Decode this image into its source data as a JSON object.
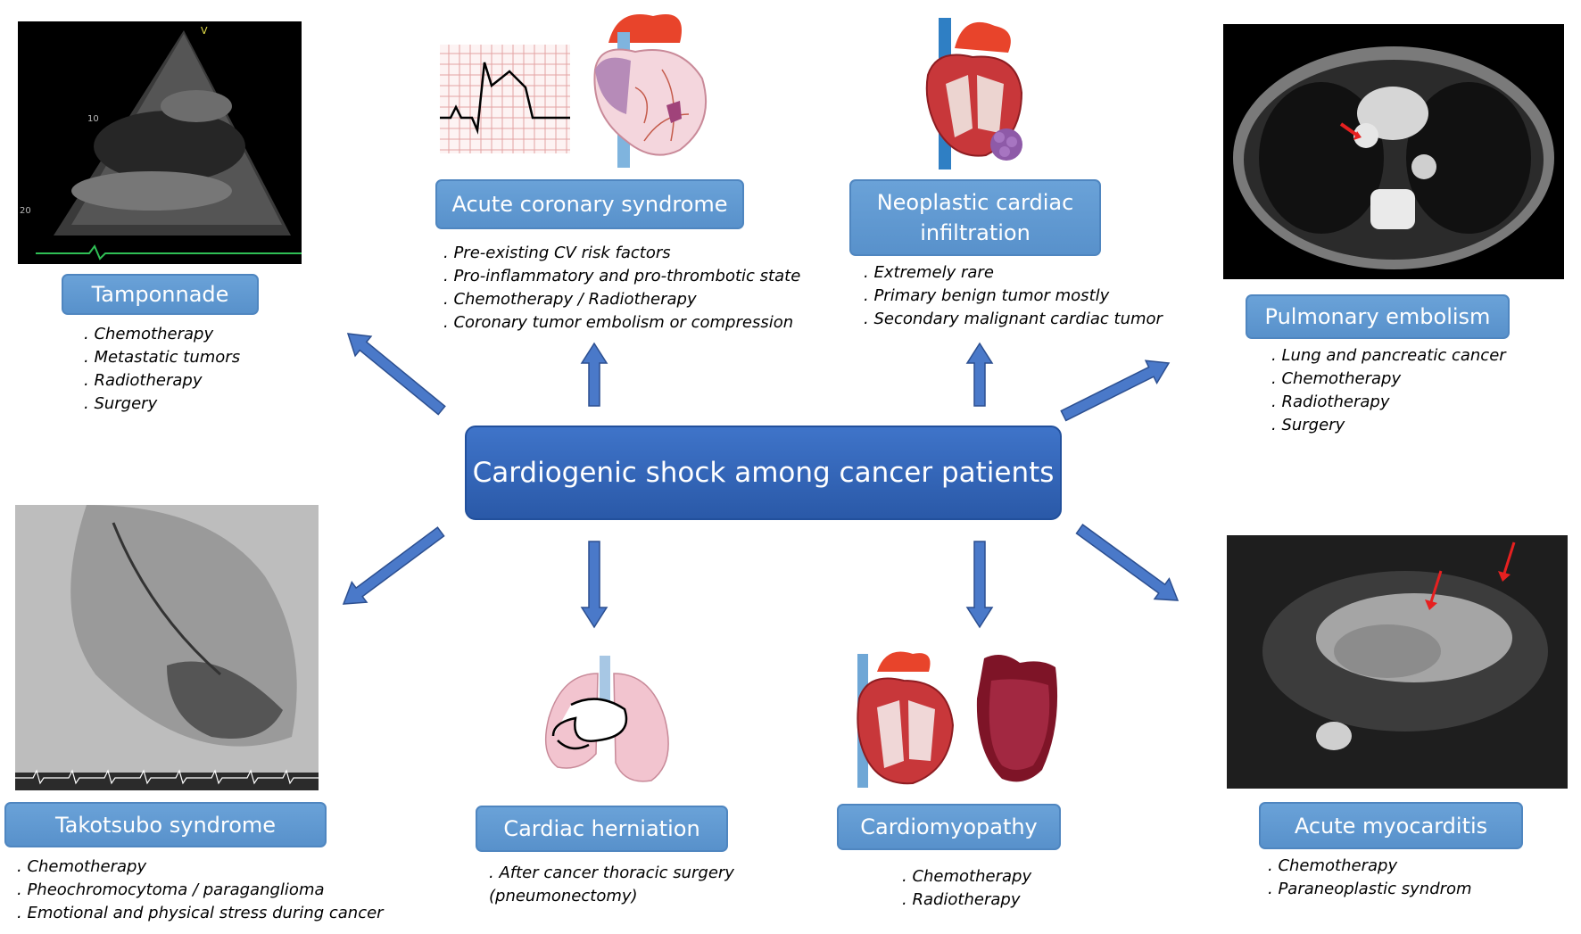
{
  "center": {
    "label": "Cardiogenic shock among cancer patients"
  },
  "conditions": {
    "tamponnade": {
      "label": "Tamponnade",
      "causes": [
        ". Chemotherapy",
        ". Metastatic tumors",
        ". Radiotherapy",
        ". Surgery"
      ]
    },
    "acute_coronary": {
      "label": "Acute coronary syndrome",
      "causes": [
        ". Pre-existing CV risk factors",
        ". Pro-inflammatory and pro-thrombotic state",
        ". Chemotherapy / Radiotherapy",
        ". Coronary tumor embolism or compression"
      ]
    },
    "neoplastic": {
      "label_line1": "Neoplastic cardiac",
      "label_line2": "infiltration",
      "causes": [
        ". Extremely rare",
        ". Primary benign tumor mostly",
        ". Secondary malignant cardiac tumor"
      ]
    },
    "pulmonary_embolism": {
      "label": "Pulmonary embolism",
      "causes": [
        ". Lung and pancreatic cancer",
        ". Chemotherapy",
        ". Radiotherapy",
        ". Surgery"
      ]
    },
    "takotsubo": {
      "label": "Takotsubo syndrome",
      "causes": [
        ". Chemotherapy",
        ". Pheochromocytoma / paraganglioma",
        ". Emotional and physical stress during cancer"
      ]
    },
    "herniation": {
      "label": "Cardiac herniation",
      "causes": [
        ". After cancer thoracic surgery",
        "(pneumonectomy)"
      ]
    },
    "cardiomyopathy": {
      "label": "Cardiomyopathy",
      "causes": [
        ". Chemotherapy",
        ". Radiotherapy"
      ]
    },
    "myocarditis": {
      "label": "Acute myocarditis",
      "causes": [
        ". Chemotherapy",
        ". Paraneoplastic syndrom"
      ]
    }
  },
  "echo_labels": {
    "top": "V",
    "mid": "10",
    "low": "20"
  },
  "colors": {
    "box": "#5b95cf",
    "center": "#3366bb",
    "arrow": "#4a79c9",
    "arrow_stroke": "#2c4f90"
  }
}
